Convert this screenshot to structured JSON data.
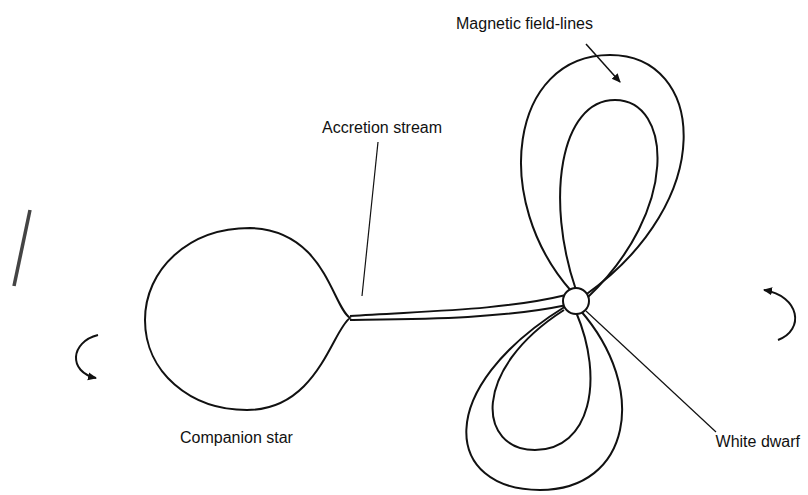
{
  "diagram": {
    "labels": [
      "Magnetic field-lines",
      "Accretion stream",
      "Companion star",
      "White dwarf"
    ]
  }
}
